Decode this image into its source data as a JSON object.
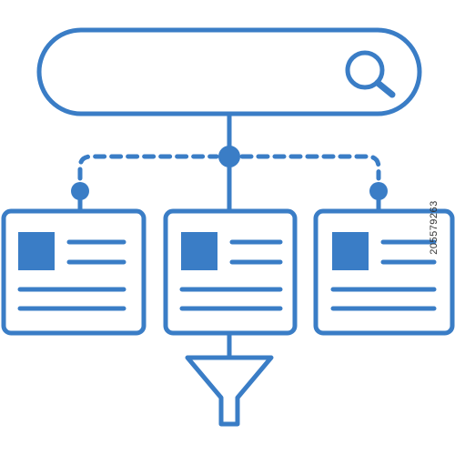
{
  "colors": {
    "accent": "#3a7dc6",
    "background": "#ffffff"
  },
  "icons": {
    "search": "magnifier-icon",
    "filter": "funnel-icon"
  },
  "cards": [
    {
      "name": "left-result-card"
    },
    {
      "name": "center-result-card"
    },
    {
      "name": "right-result-card"
    }
  ],
  "watermark": {
    "stock_id": "205579263"
  }
}
